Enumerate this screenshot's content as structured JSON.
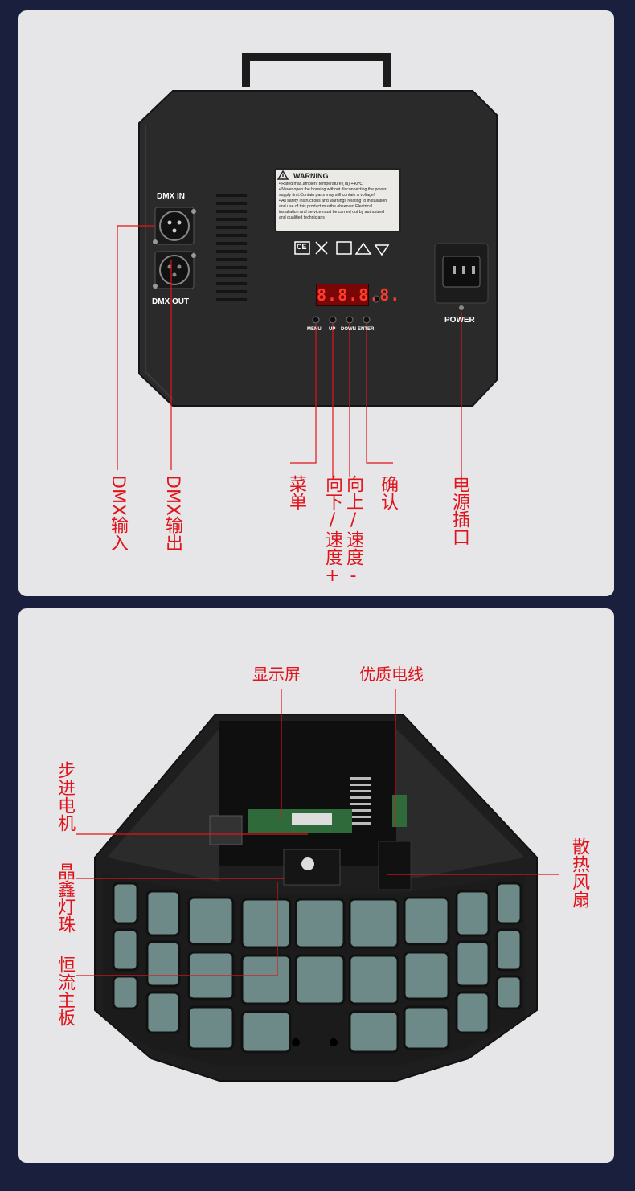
{
  "top_panel": {
    "dmx_in": "DMX IN",
    "dmx_out": "DMX OUT",
    "power": "POWER",
    "display": "8.8.8.8.",
    "buttons": [
      "MENU",
      "UP",
      "DOWN",
      "ENTER"
    ],
    "warning": {
      "title": "WARNING",
      "lines": [
        "• Rated max.ambient temperature (Ta) +40℃",
        "• Never open the housing without disconnecting the power",
        "supply first.Contain parts may still contain a voltage!",
        "• All safety instructions and warnings relating to installation",
        "and use of this product mustbe observed.Electrical",
        "installation and service must be carried out by authorized",
        "and qualified technicians"
      ]
    },
    "cert_marks": "CE"
  },
  "top_labels": {
    "dmx_input": "DMX输入",
    "dmx_output": "DMX输出",
    "menu": "菜单",
    "down_speed_plus": "向下/速度+",
    "up_speed_minus": "向上/速度-",
    "confirm": "确认",
    "power_socket": "电源插口"
  },
  "bottom_labels": {
    "display_screen": "显示屏",
    "quality_wire": "优质电线",
    "stepper_motor": "步进电机",
    "crystal_led": "晶鑫灯珠",
    "constant_current_board": "恒流主板",
    "cooling_fan": "散热风扇"
  },
  "colors": {
    "background": "#1a1f3e",
    "card": "#e6e6e8",
    "label_red": "#e0141b",
    "device_black": "#262626"
  }
}
